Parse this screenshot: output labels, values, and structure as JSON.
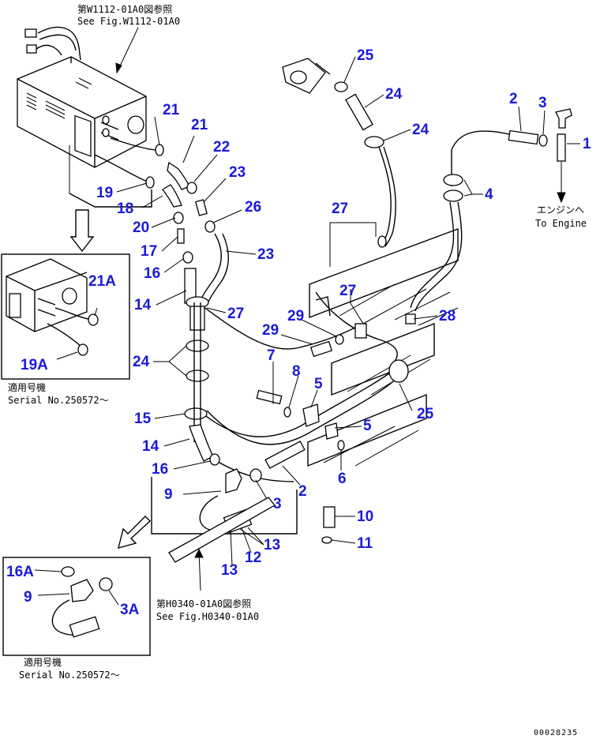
{
  "references": {
    "top_jp": "第W1112-01A0図参照",
    "top_en": "See Fig.W1112-01A0",
    "bottom_jp": "第H0340-01A0図参照",
    "bottom_en": "See Fig.H0340-01A0"
  },
  "engine_note": {
    "jp": "エンジンへ",
    "en": "To Engine"
  },
  "inset_top": {
    "serial_jp": "適用号機",
    "serial_en": "Serial No.250572～"
  },
  "inset_bottom": {
    "serial_jp": "適用号機",
    "serial_en": "Serial No.250572～"
  },
  "drawing_code": "00028235",
  "callouts": [
    "1",
    "2",
    "3",
    "4",
    "5",
    "5",
    "6",
    "7",
    "8",
    "9",
    "10",
    "11",
    "12",
    "13",
    "13",
    "14",
    "14",
    "15",
    "16",
    "16",
    "17",
    "18",
    "19",
    "20",
    "21",
    "21",
    "22",
    "23",
    "23",
    "24",
    "24",
    "24",
    "25",
    "25",
    "26",
    "27",
    "27",
    "27",
    "28",
    "29",
    "2",
    "3",
    "21A",
    "19A",
    "16A",
    "9",
    "3A"
  ]
}
